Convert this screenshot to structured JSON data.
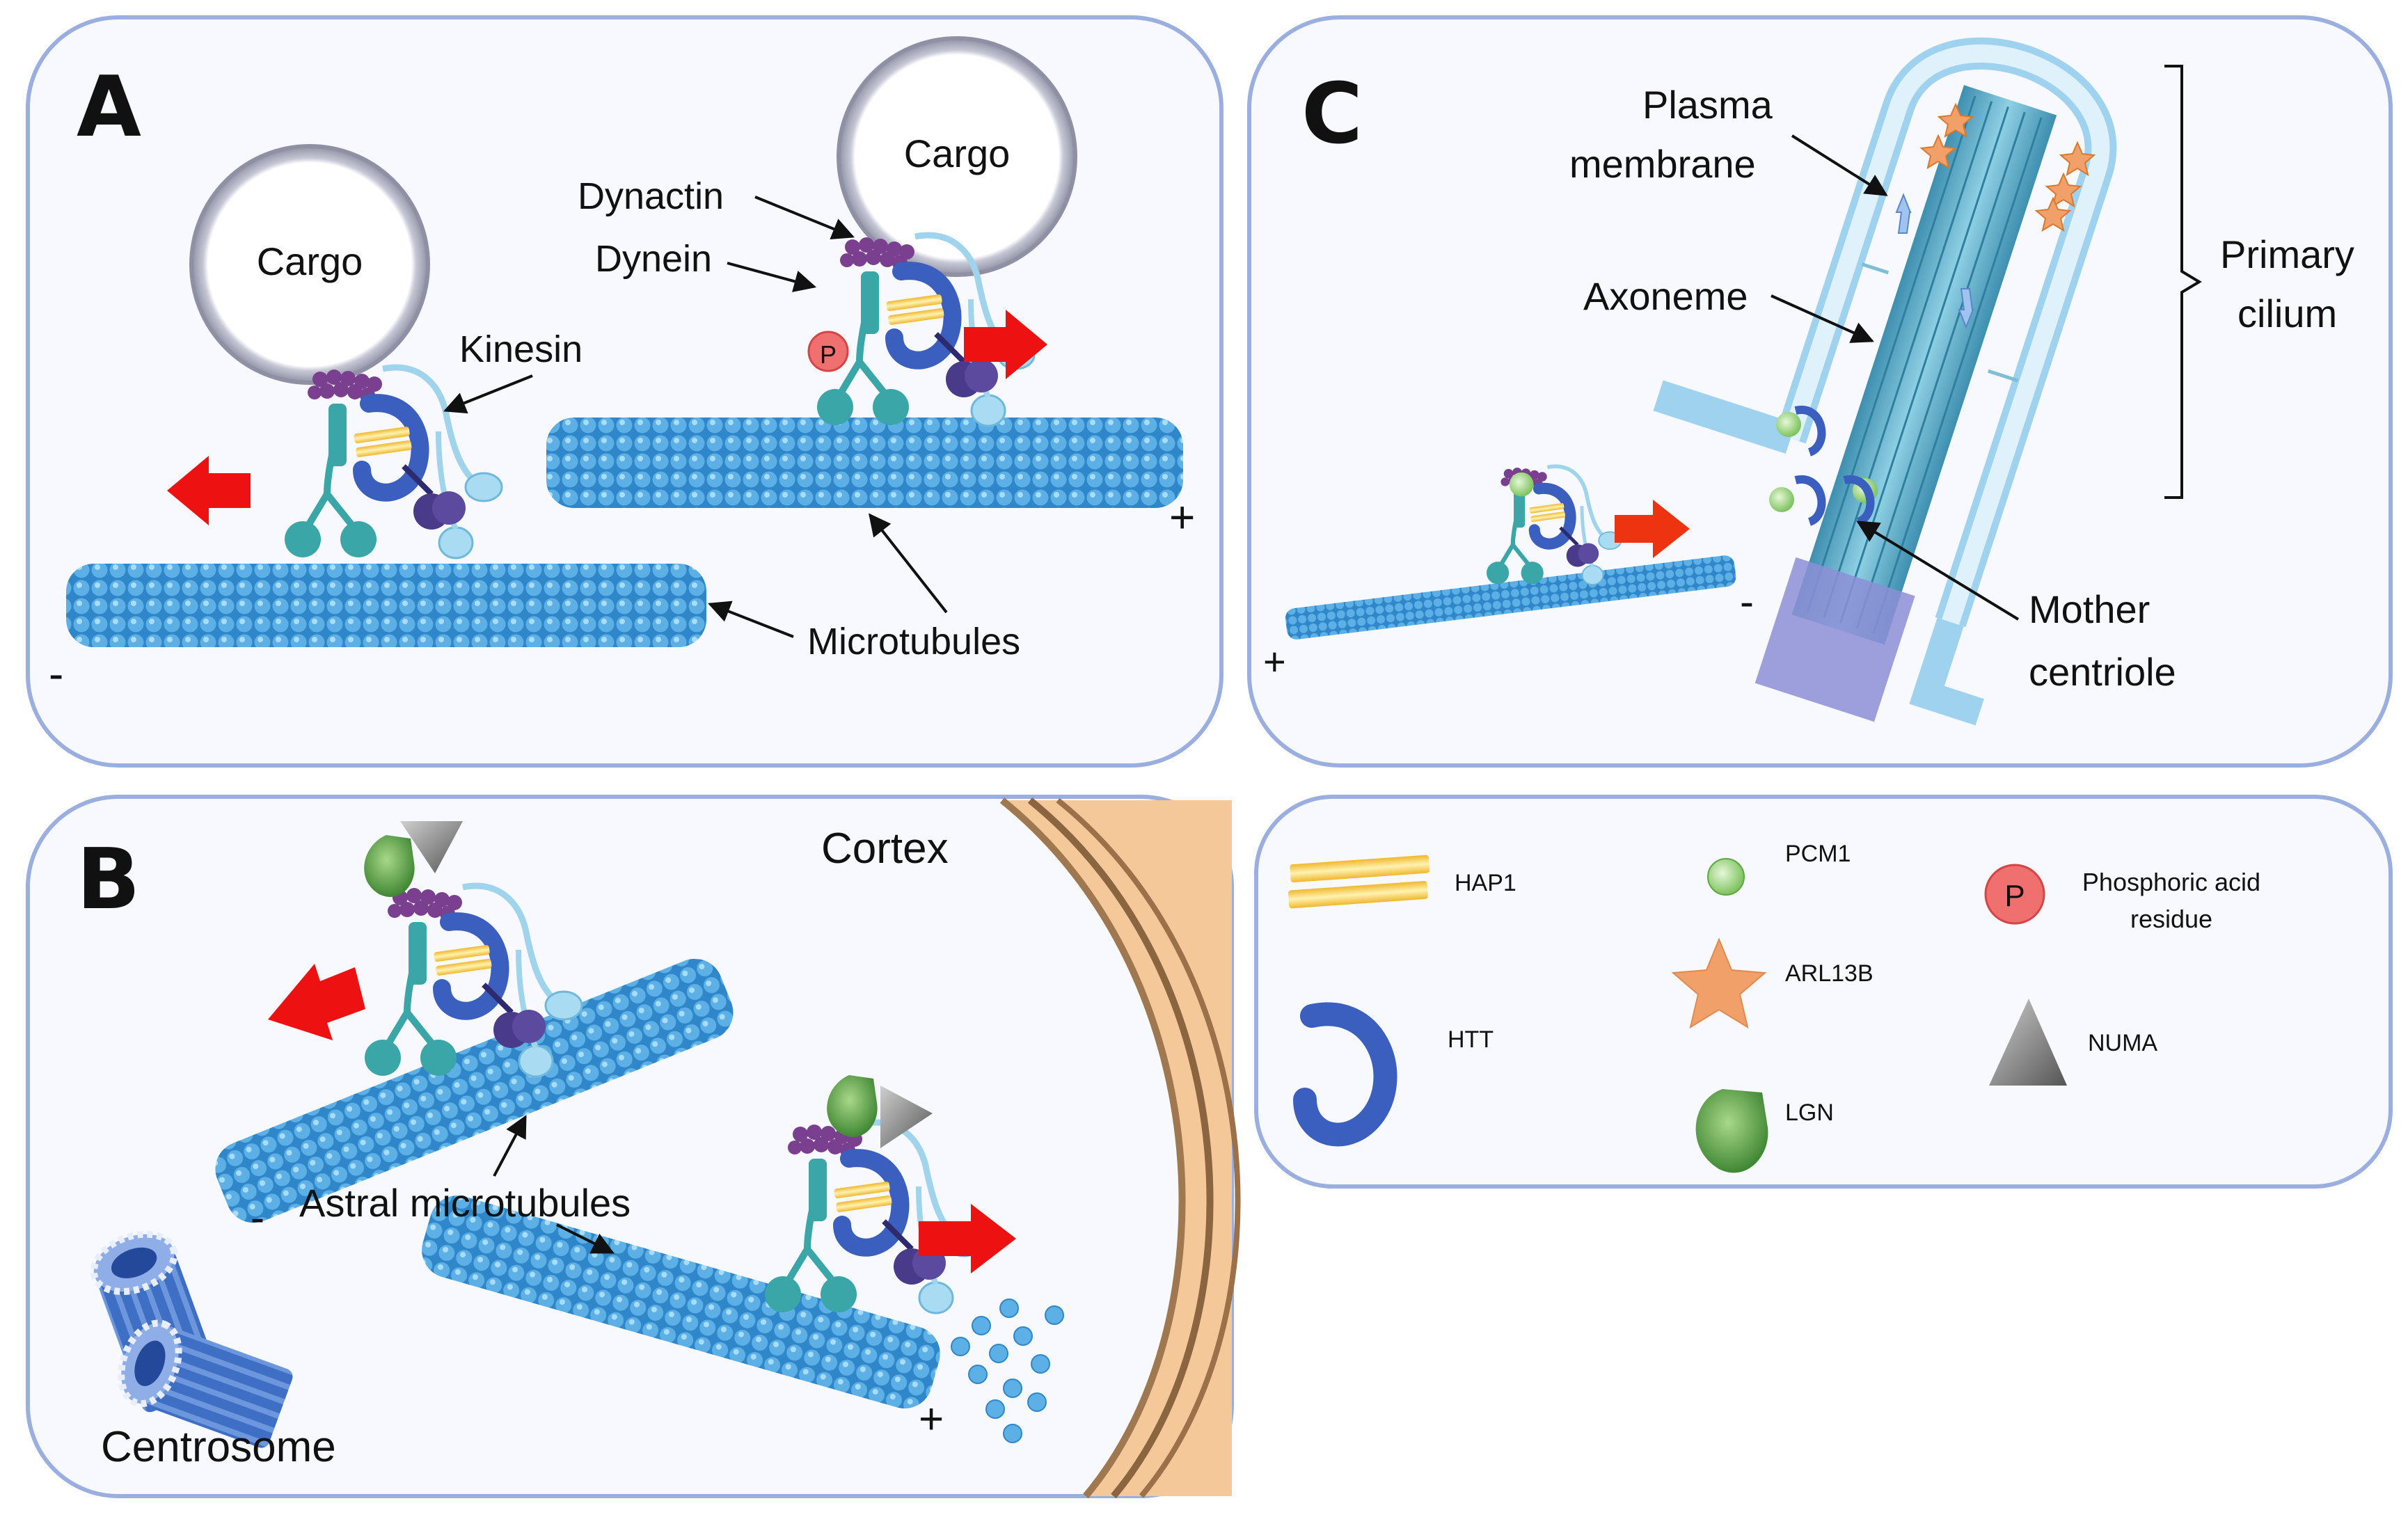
{
  "panels": {
    "a": {
      "letter": "A",
      "cargo_left": "Cargo",
      "cargo_right": "Cargo",
      "dynactin": "Dynactin",
      "dynein": "Dynein",
      "kinesin": "Kinesin",
      "phospho": "P",
      "microtubules": "Microtubules",
      "minus": "-",
      "plus": "+"
    },
    "b": {
      "letter": "B",
      "cortex": "Cortex",
      "astral": "Astral microtubules",
      "centrosome": "Centrosome",
      "minus": "-",
      "plus": "+"
    },
    "c": {
      "letter": "C",
      "plasma_1": "Plasma",
      "plasma_2": "membrane",
      "axoneme": "Axoneme",
      "primary_1": "Primary",
      "primary_2": "cilium",
      "mother_1": "Mother",
      "mother_2": "centriole",
      "minus": "-",
      "plus": "+"
    }
  },
  "legend": {
    "hap1": "HAP1",
    "pcm1": "PCM1",
    "phospho_symbol": "P",
    "phospho_1": "Phosphoric acid",
    "phospho_2": "residue",
    "arl13b": "ARL13B",
    "htt": "HTT",
    "numa": "NUMA",
    "lgn": "LGN"
  },
  "colors": {
    "panel_border": "#9aaee0",
    "microtubule": "#4fa3dc",
    "microtubule_dark": "#2f7fc0",
    "htt": "#3a5fbf",
    "hap1": "#f4c842",
    "dynein_teal": "#3aa6a8",
    "kinesin_light": "#9fd4ec",
    "dynactin": "#7a3f8f",
    "motor_head": "#4a3a8a",
    "pcm1": "#8cd070",
    "arl13b": "#f2a06a",
    "lgn": "#3f8a32",
    "numa": "#777777",
    "phospho": "#f07070",
    "cortex": "#f5c89a",
    "arrow_red": "#ee1111"
  }
}
